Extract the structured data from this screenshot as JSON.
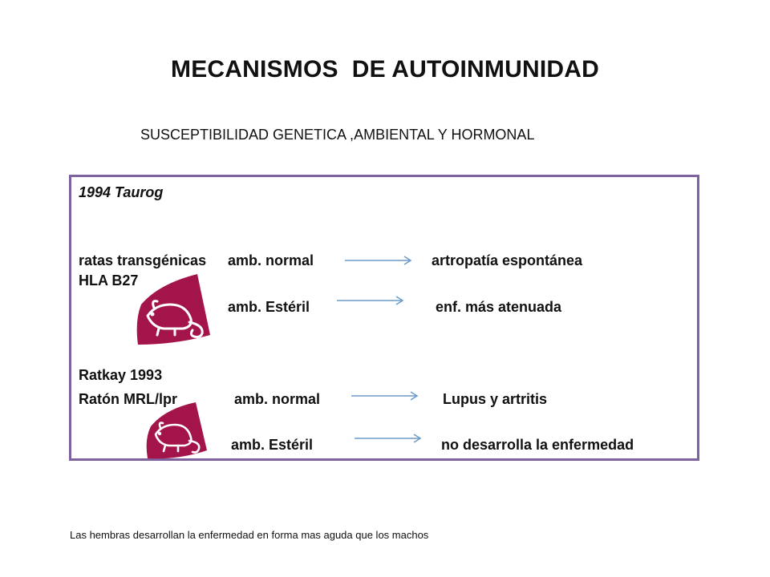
{
  "title": "MECANISMOS  DE AUTOINMUNIDAD",
  "subtitle": "SUSCEPTIBILIDAD GENETICA ,AMBIENTAL Y HORMONAL",
  "section1": {
    "heading": "1994 Taurog",
    "subject": "ratas transgénicas",
    "subject_line2": "HLA B27",
    "rows": [
      {
        "condition": "amb. normal",
        "result": "artropatía espontánea"
      },
      {
        "condition": "amb. Estéril",
        "result": "enf. más atenuada"
      }
    ]
  },
  "section2": {
    "heading": "Ratkay 1993",
    "subject": "Ratón MRL/lpr",
    "rows": [
      {
        "condition": "amb. normal",
        "result": "Lupus y artritis"
      },
      {
        "condition": "amb. Estéril",
        "result": "no desarrolla la enfermedad"
      }
    ]
  },
  "footnote": "Las hembras desarrollan la enfermedad en forma mas aguda que los machos",
  "colors": {
    "border": "#7e62a0",
    "arrow": "#6b9ac9",
    "icon": "#a3154a"
  },
  "icons": [
    "rat-icon",
    "mouse-icon"
  ]
}
